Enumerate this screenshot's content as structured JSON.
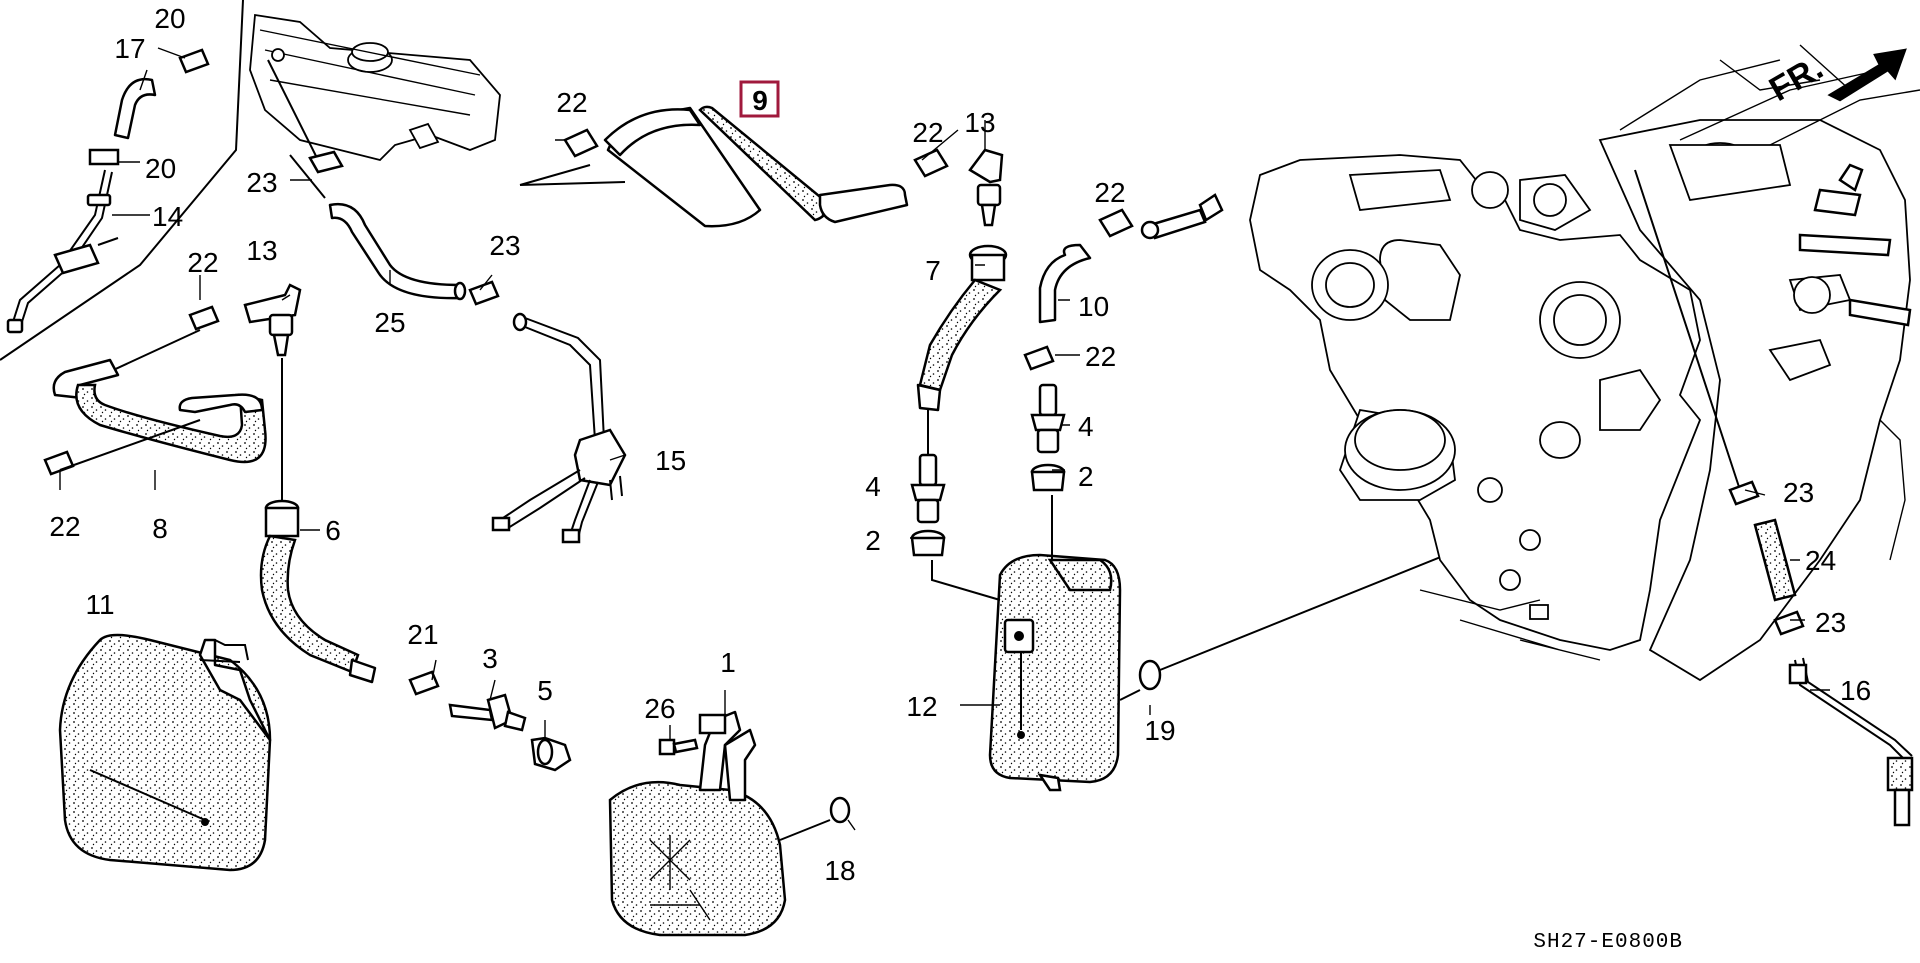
{
  "diagram": {
    "code": "SH27-E0800B",
    "direction": "FR.",
    "highlight_color": "#a0193c",
    "highlighted_part": "9",
    "labels": {
      "p1": "1",
      "p2a": "2",
      "p2b": "2",
      "p3": "3",
      "p4a": "4",
      "p4b": "4",
      "p5": "5",
      "p6": "6",
      "p7": "7",
      "p8": "8",
      "p9": "9",
      "p10": "10",
      "p11": "11",
      "p12": "12",
      "p13a": "13",
      "p13b": "13",
      "p14": "14",
      "p15": "15",
      "p16": "16",
      "p17": "17",
      "p18": "18",
      "p19": "19",
      "p20a": "20",
      "p20b": "20",
      "p21": "21",
      "p22a": "22",
      "p22b": "22",
      "p22c": "22",
      "p22d": "22",
      "p22e": "22",
      "p22f": "22",
      "p23a": "23",
      "p23b": "23",
      "p23c": "23",
      "p23d": "23",
      "p24": "24",
      "p25": "25",
      "p26": "26"
    }
  }
}
